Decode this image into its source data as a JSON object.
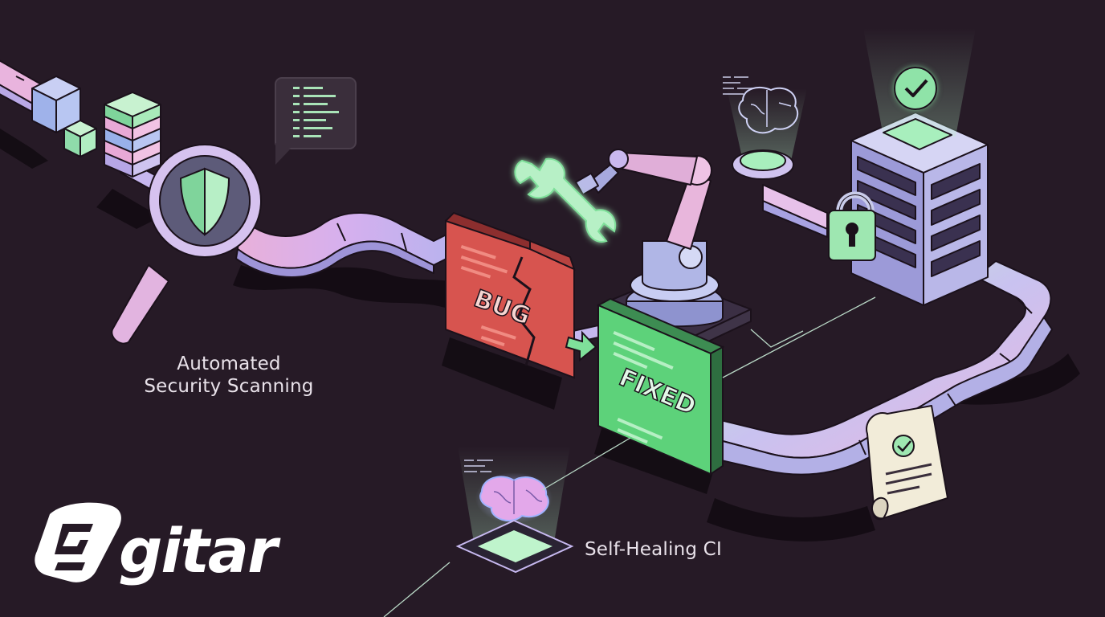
{
  "brand": {
    "name": "gitar"
  },
  "labels": {
    "security_line1": "Automated",
    "security_line2": "Security Scanning",
    "self_healing": "Self-Healing CI"
  },
  "cards": {
    "bug": "BUG",
    "fixed": "FIXED"
  },
  "icons": [
    "magnifier-shield-icon",
    "terminal-log-icon",
    "bug-card-icon",
    "wrench-icon",
    "robot-arm-icon",
    "fixed-card-icon",
    "ai-brain-hologram-icon",
    "server-rack-icon",
    "padlock-icon",
    "checkmark-badge-icon",
    "approved-document-icon"
  ],
  "colors": {
    "background": "#261a26",
    "pipe_pink": "#e7b2dc",
    "pipe_lavender": "#bcb6ee",
    "mint": "#9ee7b1",
    "bug_red": "#d7544f",
    "fixed_green": "#5dd27a",
    "server_lilac": "#aaa8dc",
    "text": "#e9e2ea"
  }
}
